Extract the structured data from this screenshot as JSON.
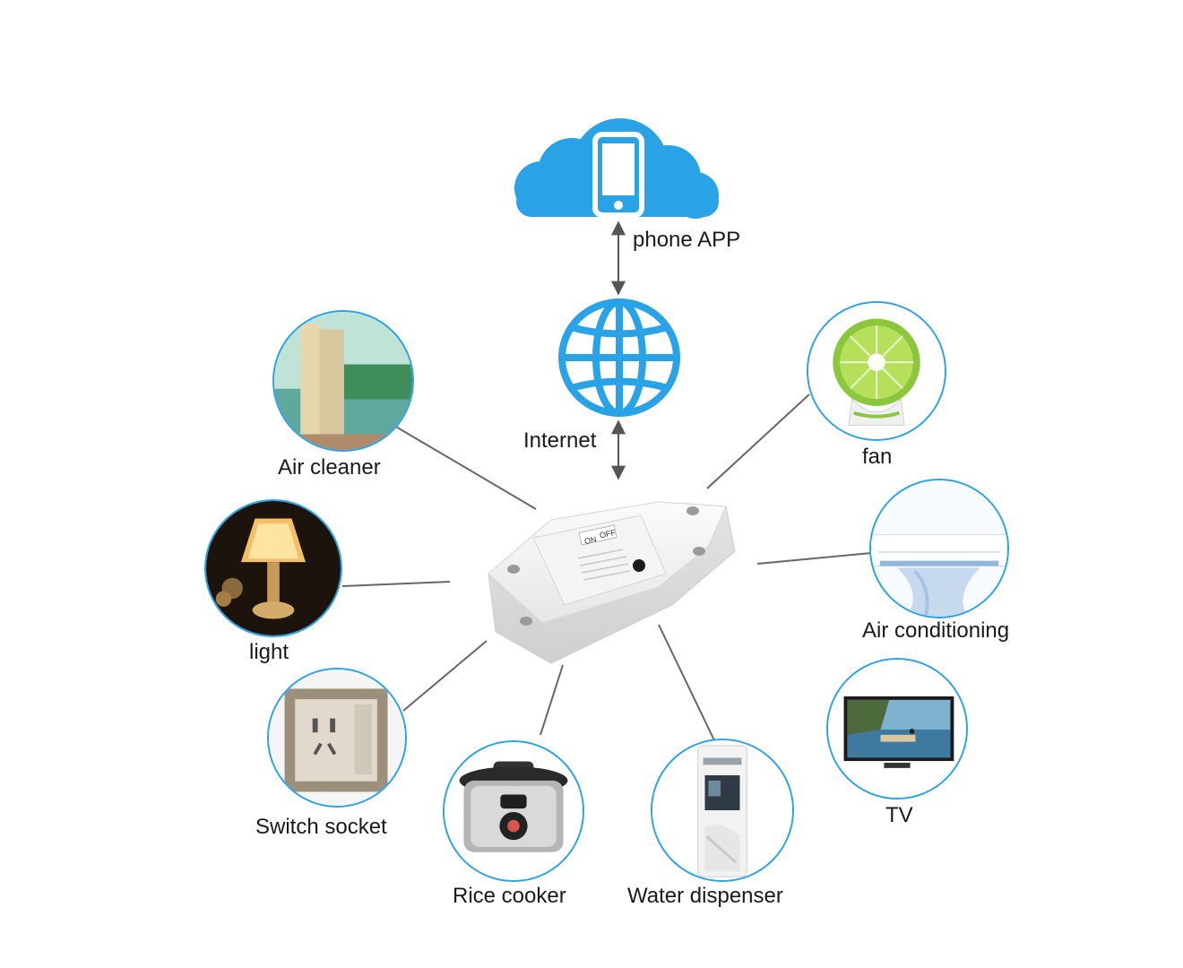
{
  "colors": {
    "accent": "#2aa3e6",
    "line": "#555555",
    "text": "#1a1a1a"
  },
  "cloud": {
    "label": "phone APP",
    "icon": "smartphone-in-cloud-icon"
  },
  "internet": {
    "label": "Internet",
    "icon": "globe-icon"
  },
  "hub": {
    "switch_on": "ON",
    "switch_off": "OFF",
    "icon": "smart-switch-relay"
  },
  "devices": {
    "air_cleaner": {
      "label": "Air cleaner",
      "icon": "air-cleaner-icon"
    },
    "light": {
      "label": "light",
      "icon": "table-lamp-icon"
    },
    "switch_socket": {
      "label": "Switch socket",
      "icon": "wall-socket-icon"
    },
    "rice_cooker": {
      "label": "Rice cooker",
      "icon": "rice-cooker-icon"
    },
    "water_dispenser": {
      "label": "Water dispenser",
      "icon": "water-dispenser-icon"
    },
    "fan": {
      "label": "fan",
      "icon": "desk-fan-icon"
    },
    "air_conditioning": {
      "label": "Air conditioning",
      "icon": "air-conditioner-icon"
    },
    "tv": {
      "label": "TV",
      "icon": "television-icon"
    }
  }
}
